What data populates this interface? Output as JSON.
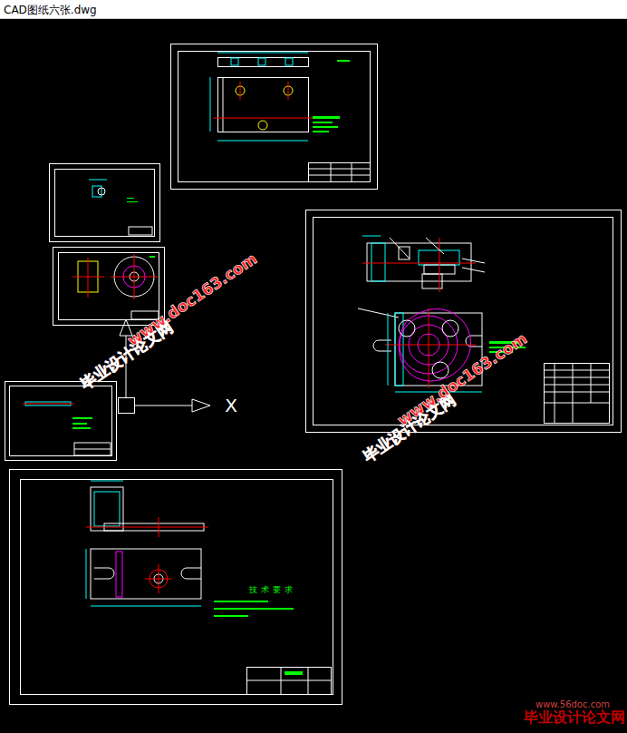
{
  "diagram": {
    "nodes": [
      {
        "text": [
          "CAD图纸六张.dwg"
        ]
      },
      {
        "text": [
          "技术要求"
        ]
      }
    ],
    "labels": [
      "毕业设计论文网",
      "www.doc163.com",
      "毕业设计论文网",
      "www.doc163.com",
      "X",
      "毕业设计论文网",
      "www.56doc.com"
    ]
  }
}
